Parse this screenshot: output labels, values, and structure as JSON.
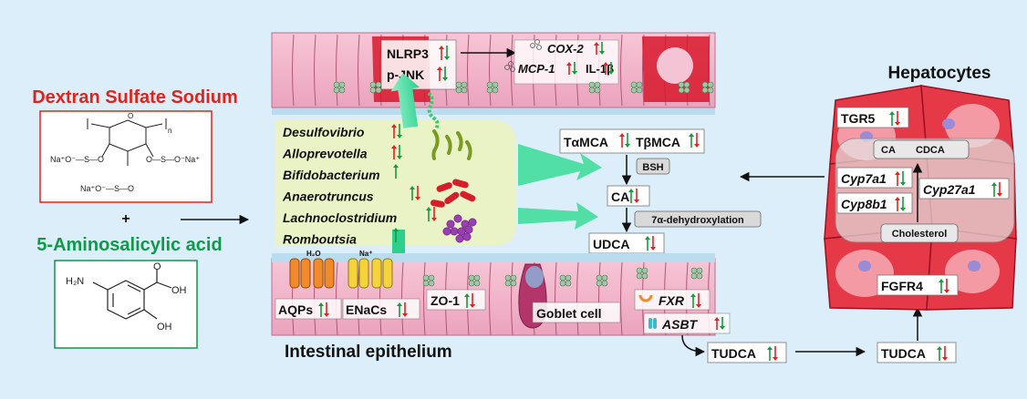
{
  "left": {
    "title_dss": "Dextran Sulfate Sodium",
    "plus": "+",
    "title_5asa": "5-Aminosalicylic acid",
    "dss_struct": {
      "na1": "Na⁺O⁻—S—O",
      "na2": "O—S—O⁻Na⁺",
      "na3": "Na⁺O⁻—S—O",
      "n": "n",
      "o": "O"
    },
    "asa_struct": {
      "h2n": "H₂N",
      "oh1": "OH",
      "oh2": "OH",
      "o": "O"
    }
  },
  "top_epithelium": {
    "nlrp3": "NLRP3",
    "pjnk": "p-JNK",
    "cox2": "COX-2",
    "mcp1": "MCP-1",
    "il1b": "IL-1β"
  },
  "microbiota": [
    "Desulfovibrio",
    "Alloprevotella",
    "Bifidobacterium",
    "Anaerotruncus",
    "Lachnoclostridium",
    "Romboutsia"
  ],
  "bile_acids": {
    "tamca": "TαMCA",
    "tbmca": "TβMCA",
    "bsh": "BSH",
    "ca": "CA",
    "dehydrox": "7α-dehydroxylation",
    "udca": "UDCA",
    "fxr": "FXR",
    "asbt": "ASBT",
    "tudca1": "TUDCA",
    "tudca2": "TUDCA"
  },
  "bottom_epithelium": {
    "title": "Intestinal epithelium",
    "aqps": "AQPs",
    "enacs": "ENaCs",
    "zo1": "ZO-1",
    "goblet": "Goblet cell",
    "h2o": "H₂O",
    "na": "Na⁺"
  },
  "liver": {
    "title": "Hepatocytes",
    "tgr5": "TGR5",
    "ca": "CA",
    "cdca": "CDCA",
    "cyp7a1": "Cyp7a1",
    "cyp8b1": "Cyp8b1",
    "cyp27a1": "Cyp27a1",
    "cholesterol": "Cholesterol",
    "fgfr4": "FGFR4"
  },
  "colors": {
    "up_arrow": "#e2231a",
    "down_arrow": "#169b3c",
    "dss_red": "#e2231a",
    "asa_green": "#0e9a48",
    "background": "#dbeefa",
    "epithelium_pink": "#f2b8cc",
    "liver_red": "#e53947",
    "microbiota_panel": "#eaf3c6"
  }
}
